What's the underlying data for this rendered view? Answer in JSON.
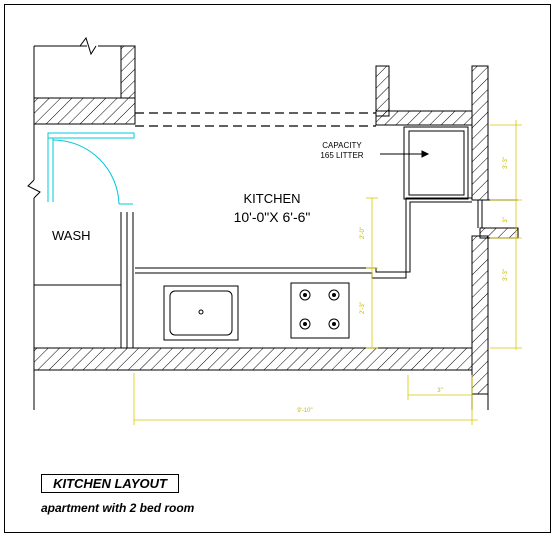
{
  "labels": {
    "kitchen_title": "KITCHEN",
    "kitchen_size": "10'-0\"X 6'-6\"",
    "wash": "WASH",
    "capacity_line1": "CAPACITY",
    "capacity_line2": "165 LITTER"
  },
  "dimensions": {
    "fridge_height": "3'-3\"",
    "wall_gap": "3\"",
    "counter_depth": "2'-0\"",
    "counter_width": "2'-3\"",
    "lower_right": "3'-3\"",
    "bottom_small": "3\"",
    "overall_length": "9'-10\""
  },
  "footer": {
    "title": "KITCHEN LAYOUT",
    "subtitle": "apartment with 2 bed room"
  },
  "colors": {
    "line": "#000000",
    "door": "#00c8d8",
    "dimension": "#d8c800",
    "hatch": "#000000"
  }
}
